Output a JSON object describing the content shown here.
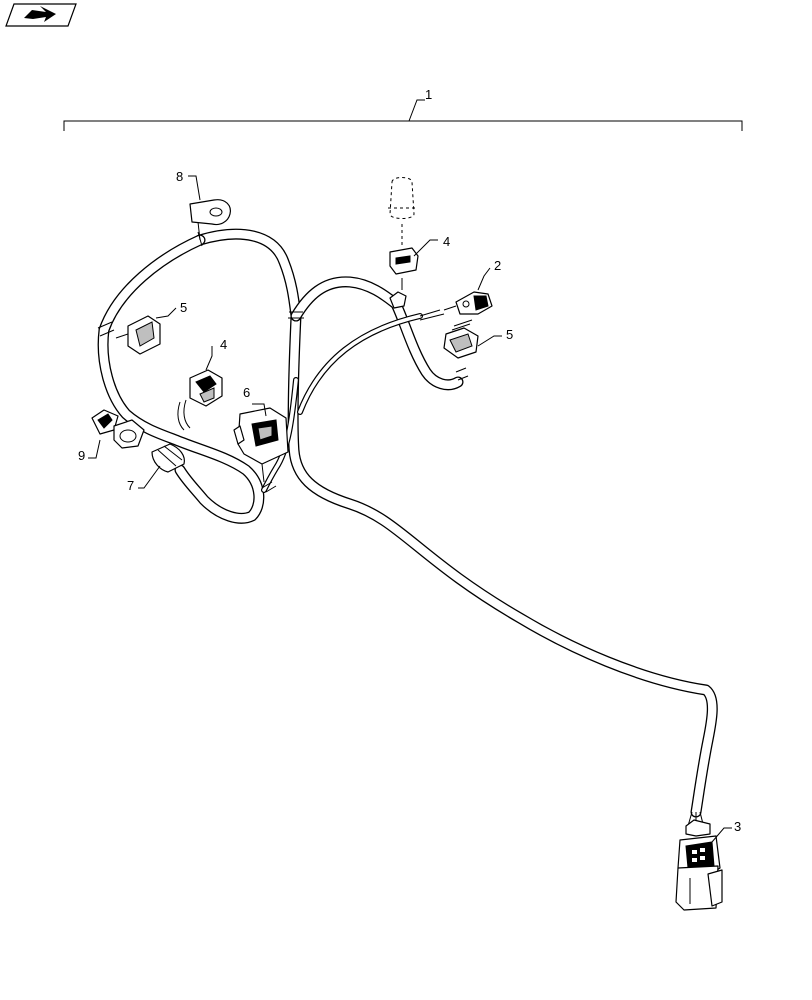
{
  "icon": {
    "name": "view-arrow-icon"
  },
  "callouts": {
    "harness": "1",
    "connector_2": "2",
    "connector_3": "3",
    "connector_4_top": "4",
    "connector_4_left": "4",
    "connector_5_left": "5",
    "connector_5_right": "5",
    "connector_6": "6",
    "connector_7": "7",
    "clip_8": "8",
    "connector_9": "9"
  }
}
